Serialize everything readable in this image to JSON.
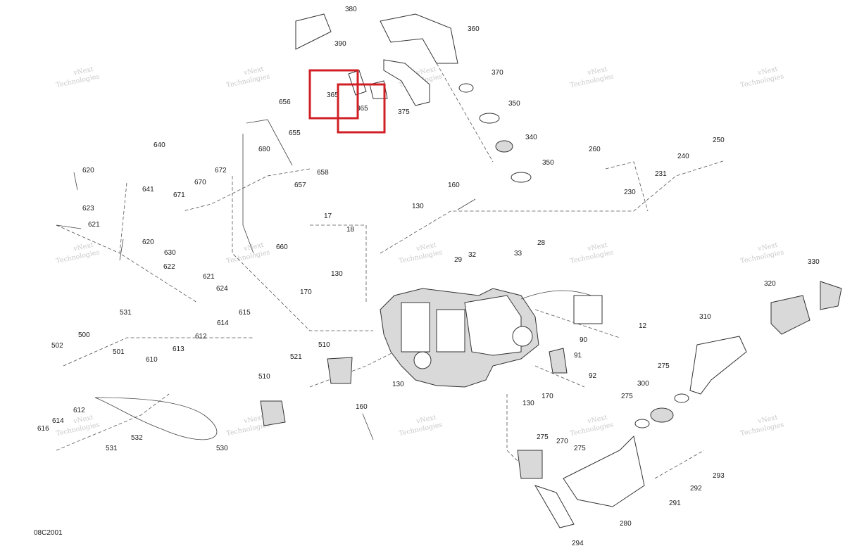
{
  "diagram_code": "08C2001",
  "watermark": {
    "line1": "vNext",
    "line2": "Technologies",
    "repeat": 15
  },
  "highlight_color": "#d11f26",
  "callouts": [
    "380",
    "390",
    "360",
    "370",
    "365",
    "365",
    "375",
    "350",
    "340",
    "350",
    "656",
    "655",
    "680",
    "658",
    "657",
    "672",
    "670",
    "671",
    "640",
    "620",
    "641",
    "623",
    "621",
    "620",
    "630",
    "622",
    "621",
    "624",
    "260",
    "250",
    "240",
    "231",
    "230",
    "160",
    "130",
    "17",
    "18",
    "660",
    "33",
    "28",
    "32",
    "29",
    "130",
    "170",
    "12",
    "531",
    "500",
    "502",
    "501",
    "615",
    "614",
    "612",
    "613",
    "610",
    "510",
    "521",
    "130",
    "160",
    "510",
    "90",
    "91",
    "92",
    "170",
    "130",
    "310",
    "275",
    "300",
    "275",
    "320",
    "330",
    "275",
    "270",
    "275",
    "612",
    "614",
    "616",
    "531",
    "532",
    "530",
    "293",
    "292",
    "291",
    "280",
    "294"
  ]
}
